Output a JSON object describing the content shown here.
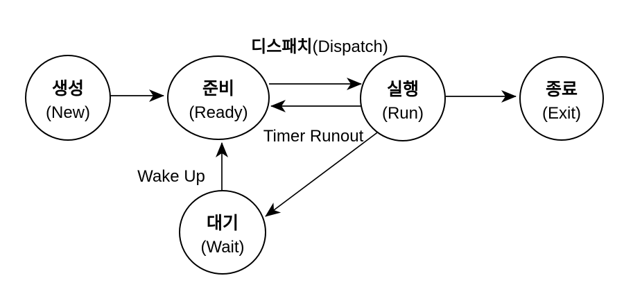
{
  "diagram": {
    "kind": "process-state-transition-diagram",
    "background_color": "#ffffff",
    "stroke_color": "#000000",
    "text_color": "#000000"
  },
  "states": {
    "new": {
      "korean": "생성",
      "english": "(New)"
    },
    "ready": {
      "korean": "준비",
      "english": "(Ready)"
    },
    "run": {
      "korean": "실행",
      "english": "(Run)"
    },
    "exit": {
      "korean": "종료",
      "english": "(Exit)"
    },
    "wait": {
      "korean": "대기",
      "english": "(Wait)"
    }
  },
  "transitions": {
    "new_to_ready": {
      "from": "new",
      "to": "ready"
    },
    "dispatch": {
      "from": "ready",
      "to": "run",
      "label_korean": "디스패치",
      "label_english": "(Dispatch)"
    },
    "timer_runout": {
      "from": "run",
      "to": "ready",
      "label": "Timer Runout"
    },
    "run_to_exit": {
      "from": "run",
      "to": "exit"
    },
    "wake_up": {
      "from": "wait",
      "to": "ready",
      "label": "Wake Up"
    },
    "run_to_wait": {
      "from": "run",
      "to": "wait"
    }
  }
}
